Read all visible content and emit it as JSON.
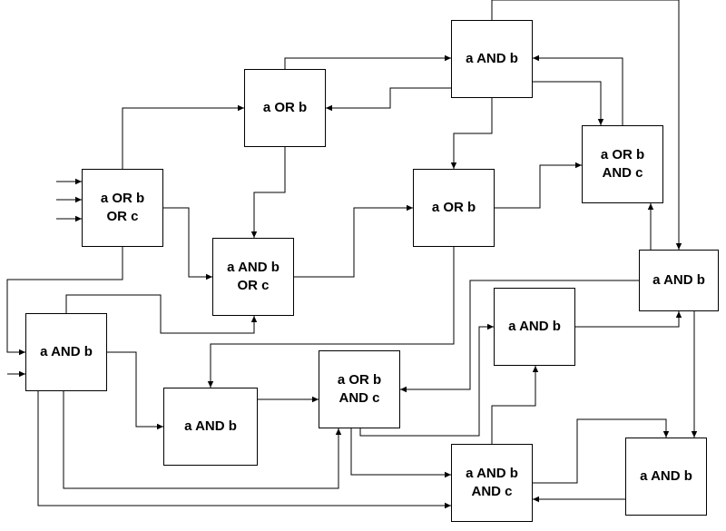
{
  "gates": [
    {
      "id": "g1",
      "lines": [
        "a AND b"
      ]
    },
    {
      "id": "g2",
      "lines": [
        "a OR b"
      ]
    },
    {
      "id": "g3",
      "lines": [
        "a OR b",
        "AND c"
      ]
    },
    {
      "id": "g4",
      "lines": [
        "a OR b",
        "OR c"
      ]
    },
    {
      "id": "g5",
      "lines": [
        "a OR b"
      ]
    },
    {
      "id": "g6",
      "lines": [
        "a AND b",
        "OR c"
      ]
    },
    {
      "id": "g7",
      "lines": [
        "a AND b"
      ]
    },
    {
      "id": "g8",
      "lines": [
        "a AND b"
      ]
    },
    {
      "id": "g9",
      "lines": [
        "a AND b"
      ]
    },
    {
      "id": "g10",
      "lines": [
        "a OR b",
        "AND c"
      ]
    },
    {
      "id": "g11",
      "lines": [
        "a AND b"
      ]
    },
    {
      "id": "g12",
      "lines": [
        "a AND b",
        "AND c"
      ]
    },
    {
      "id": "g13",
      "lines": [
        "a AND b"
      ]
    }
  ]
}
